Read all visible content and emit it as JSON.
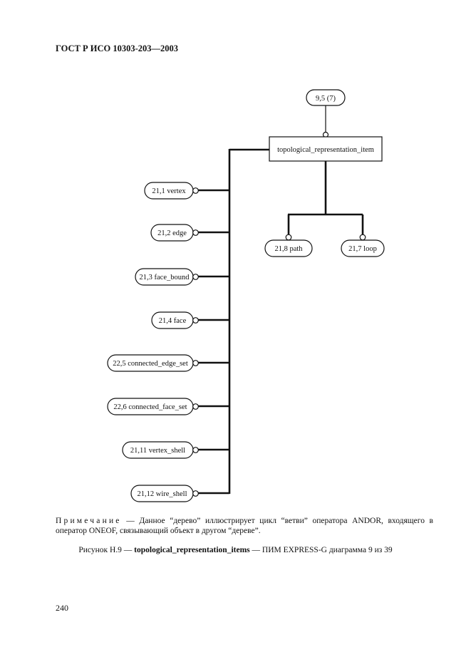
{
  "header": "ГОСТ Р ИСО 10303-203—2003",
  "diagram": {
    "top_node": "9,5 (7)",
    "entity": "topological_representation_item",
    "right_nodes": [
      "21,8 path",
      "21,7 loop"
    ],
    "left_nodes": [
      "21,1 vertex",
      "21,2 edge",
      "21,3 face_bound",
      "21,4 face",
      "22,5 connected_edge_set",
      "22,6 connected_face_set",
      "21,11 vertex_shell",
      "21,12 wire_shell"
    ]
  },
  "note": {
    "label": "Примечание",
    "text": " — Данное “дерево” иллюстрирует цикл “ветви” оператора ANDOR, входящего в оператор ONEOF, связывающий объект в другом “дереве”."
  },
  "caption": {
    "prefix": "Рисунок Н.9 — ",
    "bold": "topological_representation_items",
    "suffix": " — ПИМ EXPRESS-G диаграмма 9 из 39"
  },
  "page_number": "240"
}
